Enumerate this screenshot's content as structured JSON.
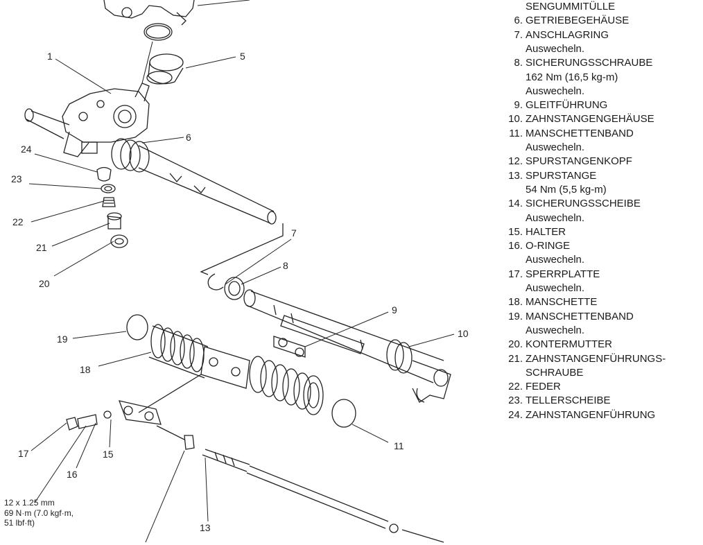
{
  "diagram": {
    "callouts": [
      "1",
      "5",
      "6",
      "7",
      "8",
      "9",
      "10",
      "11",
      "13",
      "15",
      "16",
      "17",
      "18",
      "19",
      "20",
      "21",
      "22",
      "23",
      "24"
    ],
    "torque_note": [
      "12 x 1.25 mm",
      "69 N·m (7.0 kgf·m,",
      "51 lbf·ft)"
    ]
  },
  "legend": {
    "rows": [
      {
        "num": "",
        "text": "SENGUMMITÜLLE",
        "sub": []
      },
      {
        "num": "6.",
        "text": "GETRIEBEGEHÄUSE",
        "sub": []
      },
      {
        "num": "7.",
        "text": "ANSCHLAGRING",
        "sub": [
          "Auswecheln."
        ]
      },
      {
        "num": "8.",
        "text": "SICHERUNGSSCHRAUBE",
        "sub": [
          "162 Nm (16,5 kg-m)",
          "Auswecheln."
        ]
      },
      {
        "num": "9.",
        "text": "GLEITFÜHRUNG",
        "sub": []
      },
      {
        "num": "10.",
        "text": "ZAHNSTANGENGEHÄUSE",
        "sub": []
      },
      {
        "num": "11.",
        "text": "MANSCHETTENBAND",
        "sub": [
          "Auswecheln."
        ]
      },
      {
        "num": "12.",
        "text": "SPURSTANGENKOPF",
        "sub": []
      },
      {
        "num": "13.",
        "text": "SPURSTANGE",
        "sub": [
          "54 Nm (5,5 kg-m)"
        ]
      },
      {
        "num": "14.",
        "text": "SICHERUNGSSCHEIBE",
        "sub": [
          "Auswecheln."
        ]
      },
      {
        "num": "15.",
        "text": "HALTER",
        "sub": []
      },
      {
        "num": "16.",
        "text": "O-RINGE",
        "sub": [
          "Auswecheln."
        ]
      },
      {
        "num": "17.",
        "text": "SPERRPLATTE",
        "sub": [
          "Auswecheln."
        ]
      },
      {
        "num": "18.",
        "text": "MANSCHETTE",
        "sub": []
      },
      {
        "num": "19.",
        "text": "MANSCHETTENBAND",
        "sub": [
          "Auswecheln."
        ]
      },
      {
        "num": "20.",
        "text": "KONTERMUTTER",
        "sub": []
      },
      {
        "num": "21.",
        "text": "ZAHNSTANGENFÜHRUNGS-",
        "sub": [
          "SCHRAUBE"
        ]
      },
      {
        "num": "22.",
        "text": "FEDER",
        "sub": []
      },
      {
        "num": "23.",
        "text": "TELLERSCHEIBE",
        "sub": []
      },
      {
        "num": "24.",
        "text": "ZAHNSTANGENFÜHRUNG",
        "sub": []
      }
    ]
  }
}
